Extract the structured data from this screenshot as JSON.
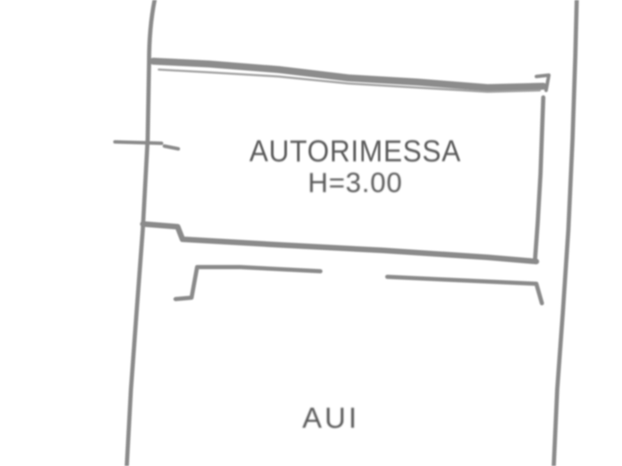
{
  "rooms": {
    "garage": {
      "name": "AUTORIMESSA",
      "height": "H=3.00"
    },
    "yard": {
      "name": "AUI"
    }
  },
  "colors": {
    "wall": "#7a7a7a",
    "text": "#5a5a5a",
    "background": "#ffffff"
  }
}
